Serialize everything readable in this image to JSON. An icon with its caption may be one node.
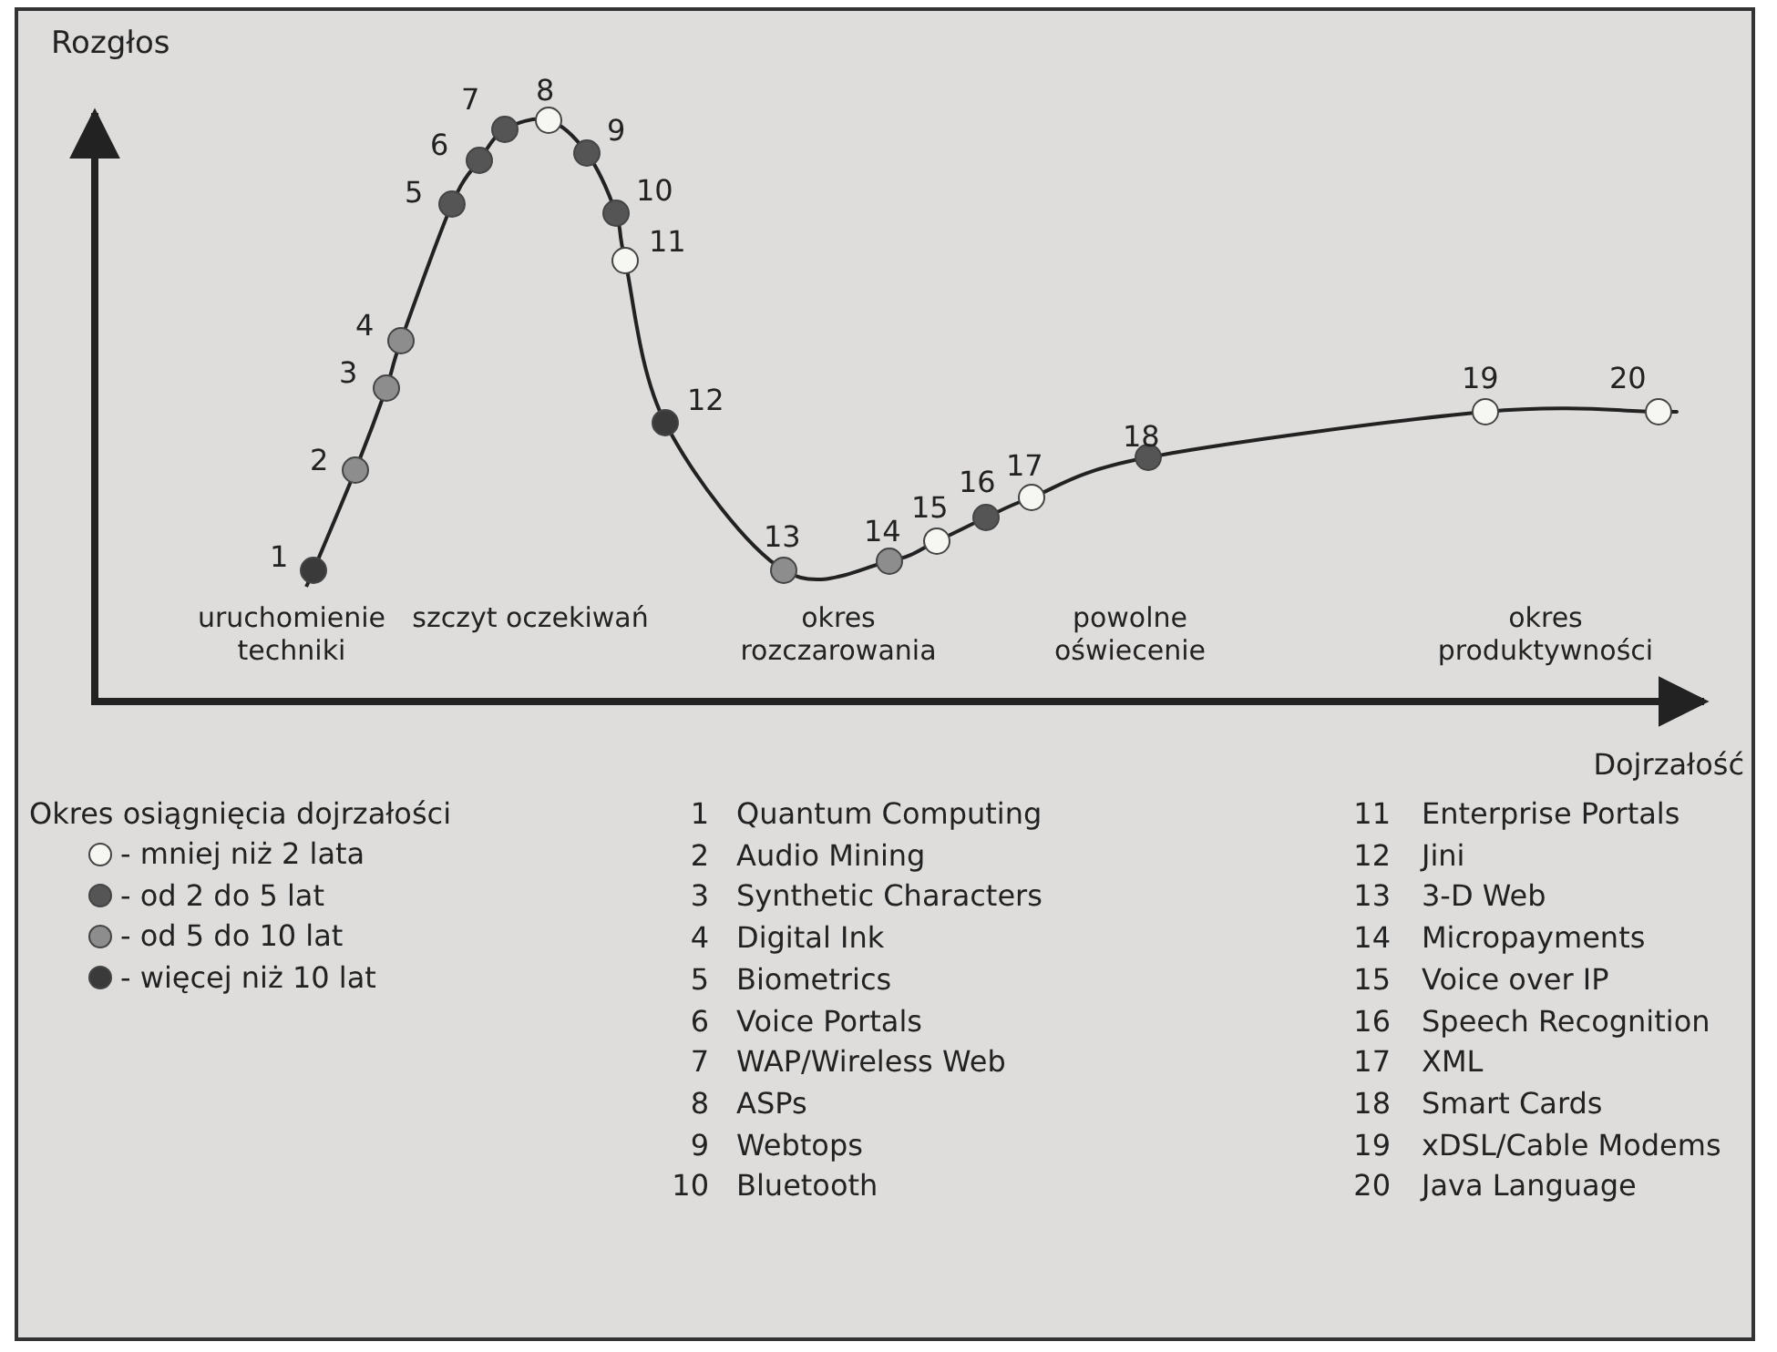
{
  "diagram": {
    "labels": [
      "Rozgłos",
      "1",
      "2",
      "3",
      "4",
      "5",
      "6",
      "7",
      "8",
      "9",
      "10",
      "11",
      "12",
      "13",
      "14",
      "15",
      "16",
      "17",
      "18",
      "19",
      "20",
      "uruchomienie techniki",
      "szczyt oczekiwań",
      "okres rozczarowania",
      "powolne oświecenie",
      "okres produktywności",
      "Dojrzałość",
      "Okres osiągnięcia dojrzałości",
      "1",
      "Quantum Computing",
      "11",
      "Enterprise Portals",
      "2",
      "Audio Mining",
      "12",
      "Jini",
      "3",
      "Synthetic Characters",
      "13",
      "3-D Web",
      "4",
      "Digital Ink",
      "14",
      "Micropayments",
      "5",
      "Biometrics",
      "15",
      "Voice over IP",
      "6",
      "Voice Portals",
      "16",
      "Speech Recognition",
      "7",
      "WAP/Wireless Web",
      "17",
      "XML",
      "8",
      "ASPs",
      "18",
      "Smart Cards",
      "9",
      "Webtops",
      "19",
      "xDSL/Cable Modems",
      "10",
      "Bluetooth",
      "20",
      "Java Language"
    ],
    "legend": [
      {
        "text": "- mniej niż 2 lata",
        "color": "#f6f6f2"
      },
      {
        "text": "- od 2 do 5 lat",
        "color": "#555555"
      },
      {
        "text": "- od 5 do 10 lat",
        "color": "#8d8d8d"
      },
      {
        "text": "- więcej niż 10 lat",
        "color": "#3a3a3a"
      }
    ]
  }
}
